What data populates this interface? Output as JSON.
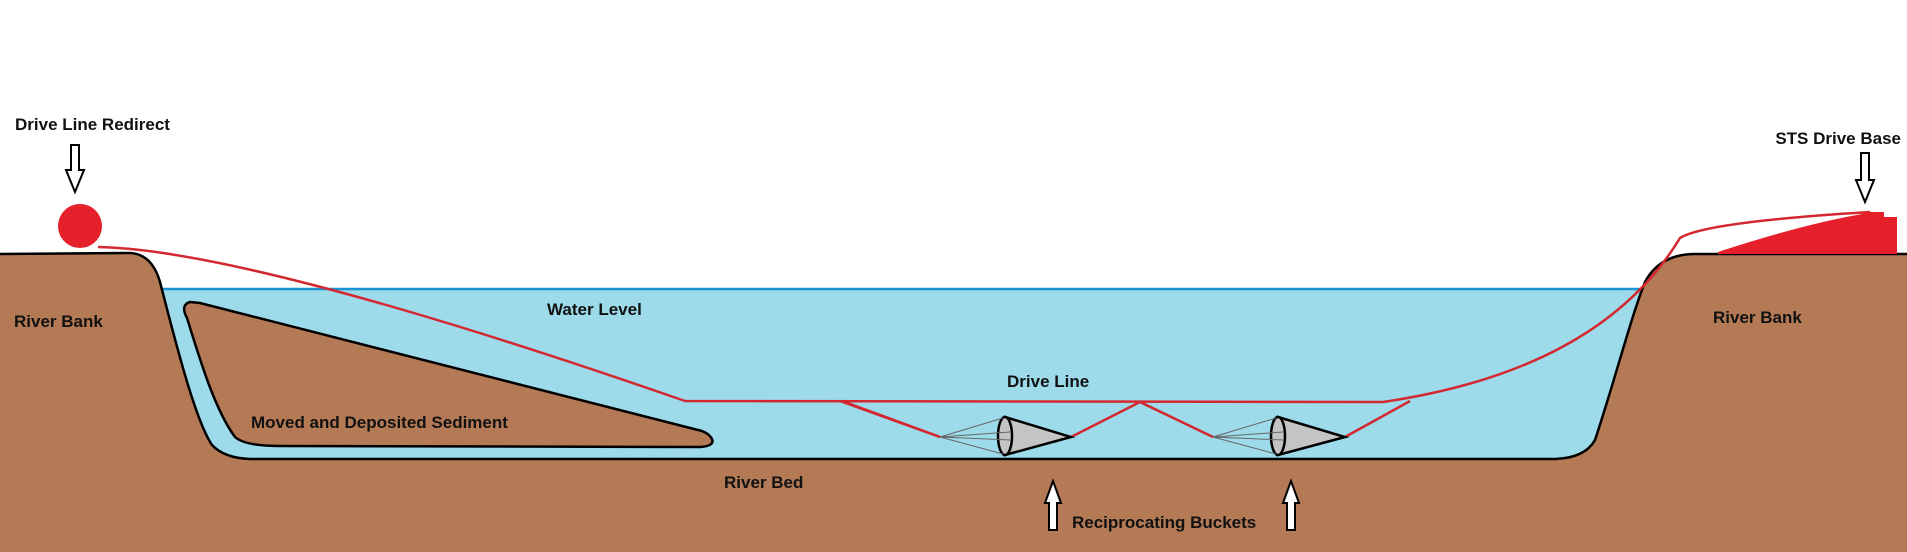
{
  "labels": {
    "drive_line_redirect": "Drive Line Redirect",
    "sts_drive_base": "STS Drive Base",
    "river_bank_left": "River Bank",
    "river_bank_right": "River Bank",
    "water_level": "Water Level",
    "drive_line": "Drive Line",
    "moved_sediment": "Moved and Deposited Sediment",
    "river_bed": "River Bed",
    "reciprocating_buckets": "Reciprocating Buckets"
  },
  "colors": {
    "earth": "#b47a56",
    "water": "#9ddaea",
    "water_line": "#1b93d1",
    "drive_line": "#d32830",
    "redirect_wheel": "#e5202b",
    "drive_base": "#e5202b",
    "bucket": "#c4c4c4",
    "outline": "#000000"
  },
  "icons": {
    "down_arrow": "down-arrow-icon",
    "up_arrow": "up-arrow-icon",
    "bucket": "cone-bucket-icon"
  }
}
